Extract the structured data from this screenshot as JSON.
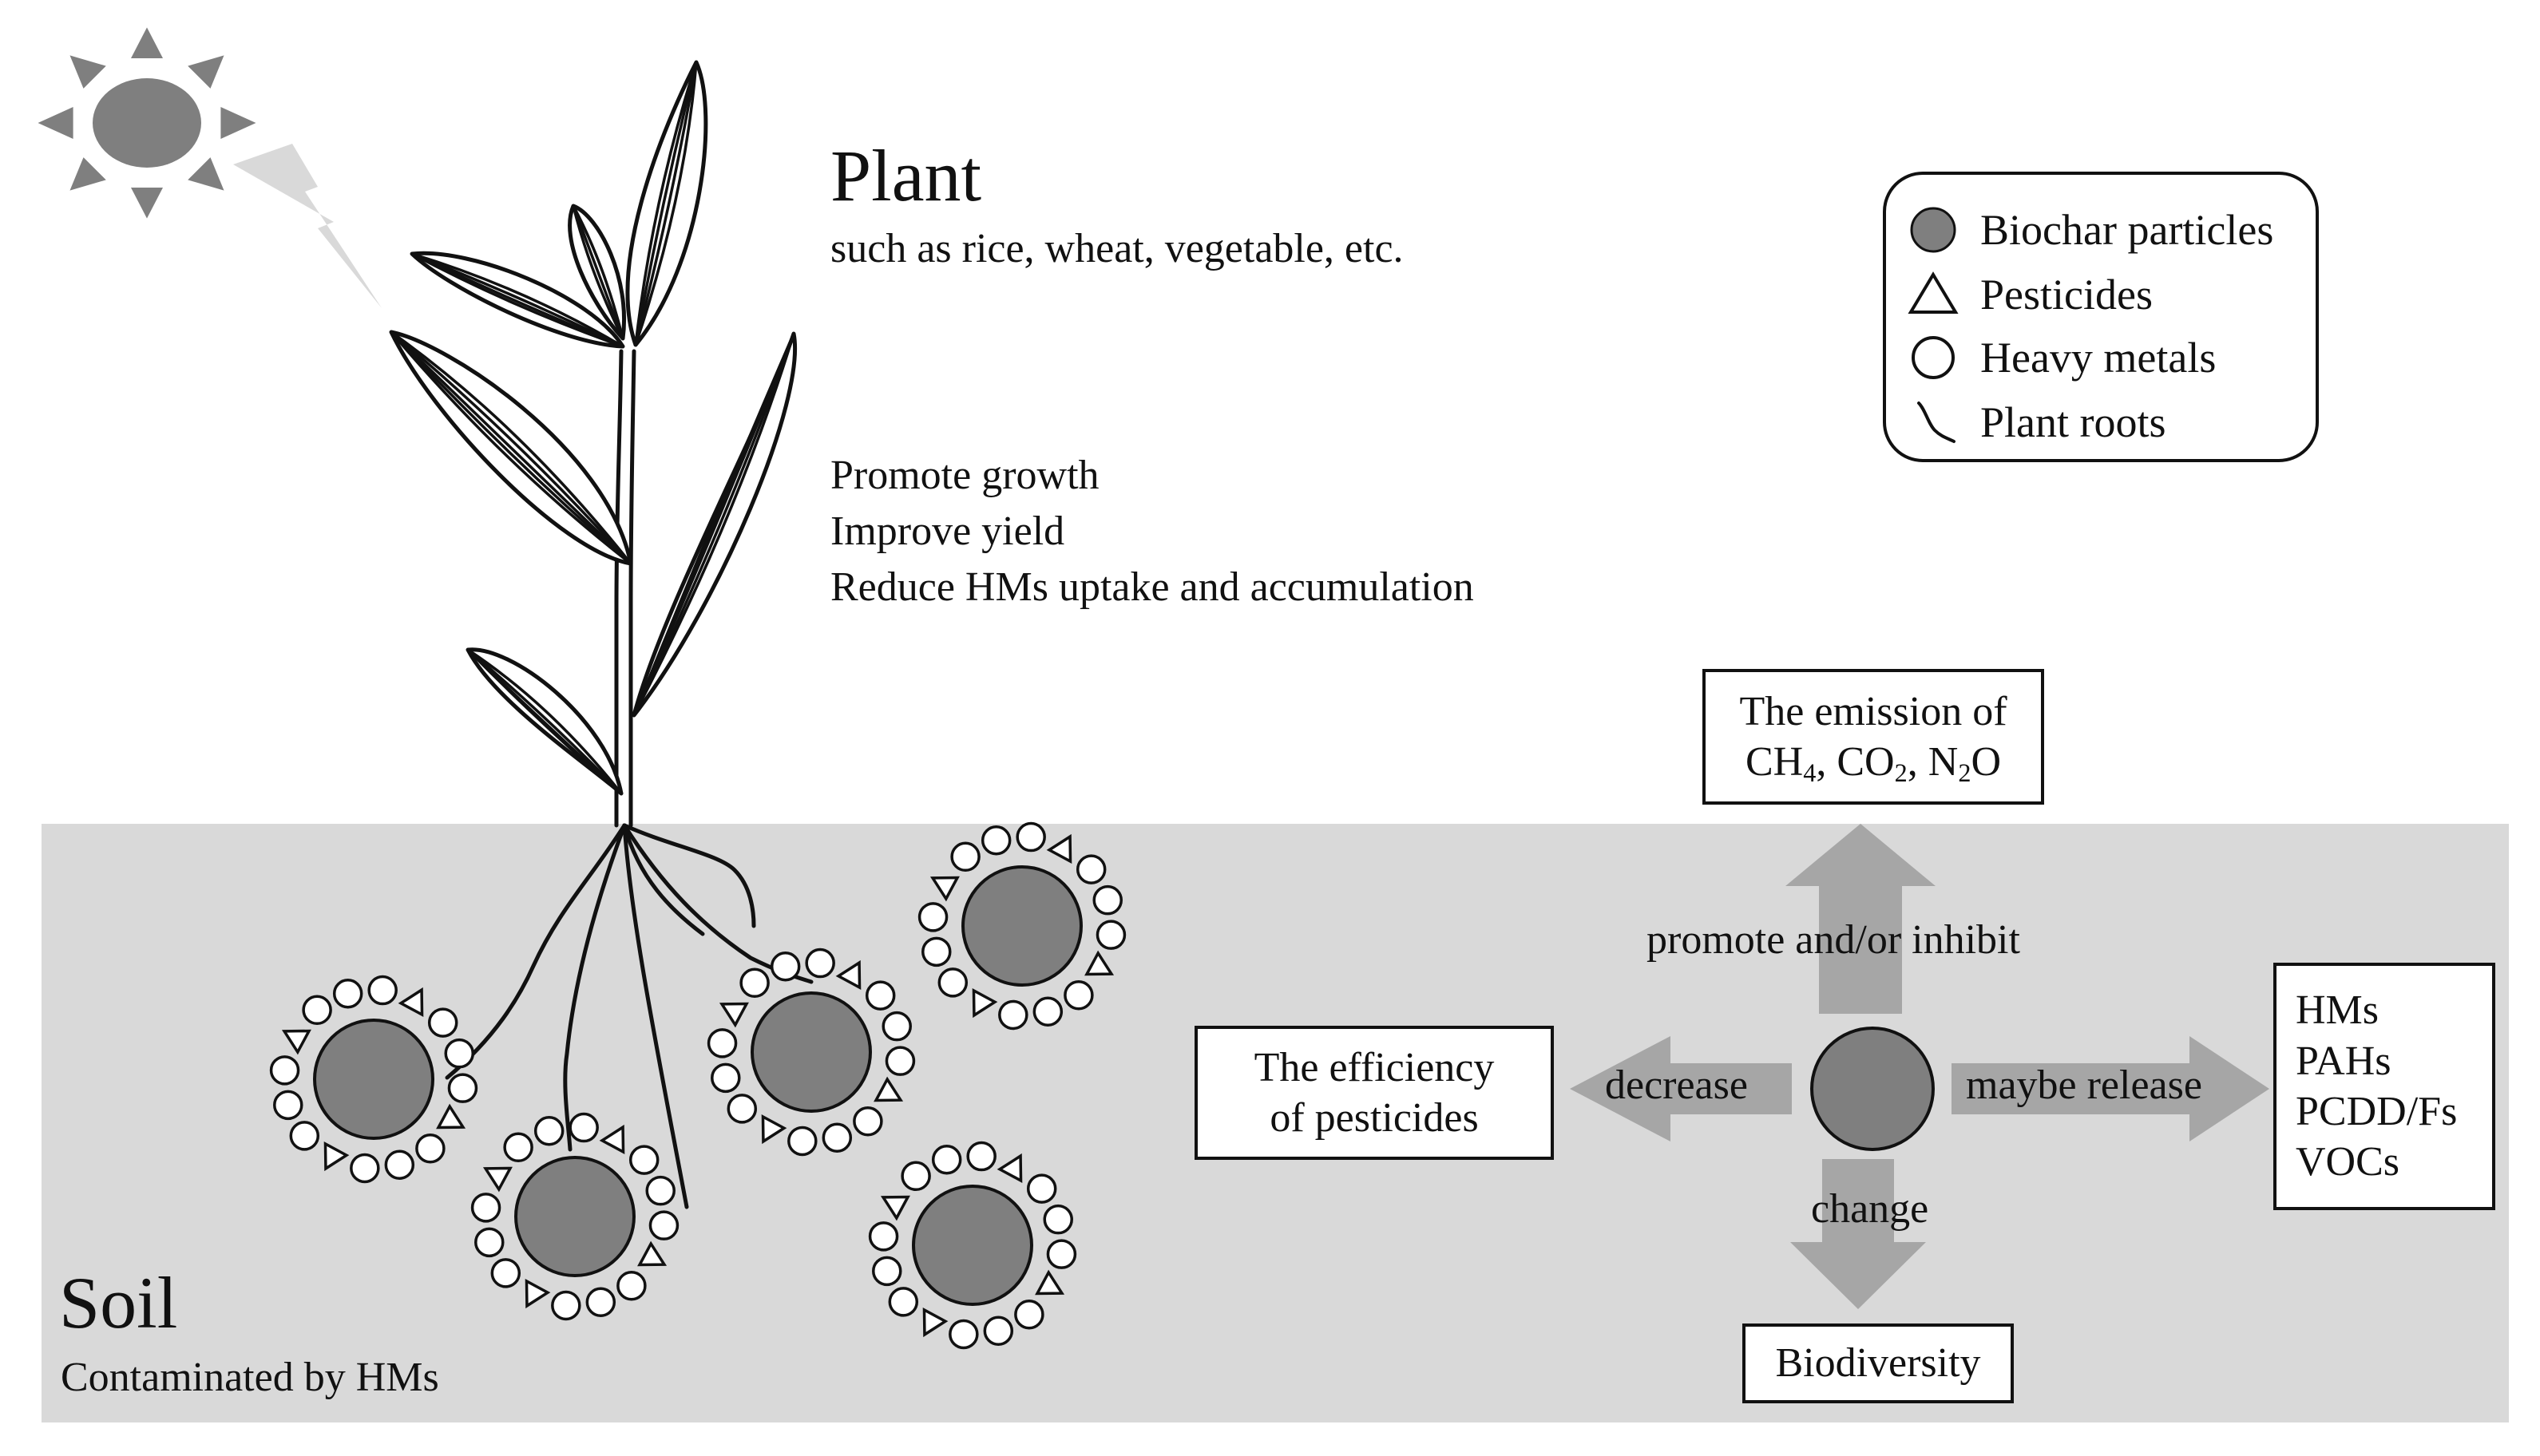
{
  "plant": {
    "title": "Plant",
    "subtitle": "such as rice, wheat, vegetable, etc.",
    "effects": [
      "Promote growth",
      "Improve yield",
      "Reduce HMs uptake and accumulation"
    ]
  },
  "soil": {
    "title": "Soil",
    "subtitle": "Contaminated by HMs"
  },
  "legend": {
    "items": [
      {
        "label": "Biochar particles",
        "icon": "filled-circle-icon"
      },
      {
        "label": "Pesticides",
        "icon": "triangle-icon"
      },
      {
        "label": "Heavy metals",
        "icon": "open-circle-icon"
      },
      {
        "label": "Plant roots",
        "icon": "root-curve-icon"
      }
    ]
  },
  "effects": {
    "emission": {
      "line1": "The emission of",
      "line2": {
        "ch": "CH",
        "ch_sub": "4",
        "sep1": ", CO",
        "co_sub": "2",
        "sep2": ", N",
        "n_sub": "2",
        "o": "O"
      }
    },
    "up_label": "promote and/or inhibit",
    "left_label": "decrease",
    "right_label": "maybe release",
    "down_label": "change",
    "pesticide_box": [
      "The efficiency",
      "of pesticides"
    ],
    "release_box": [
      "HMs",
      "PAHs",
      "PCDD/Fs",
      "VOCs"
    ],
    "biodiversity": "Biodiversity"
  },
  "colors": {
    "soil_background": "#d9d9d9",
    "biochar": "#7f7f7f",
    "arrow": "#a6a6a6",
    "sun": "#7f7f7f",
    "sunlight": "#d9d9d9",
    "line": "#111111"
  }
}
